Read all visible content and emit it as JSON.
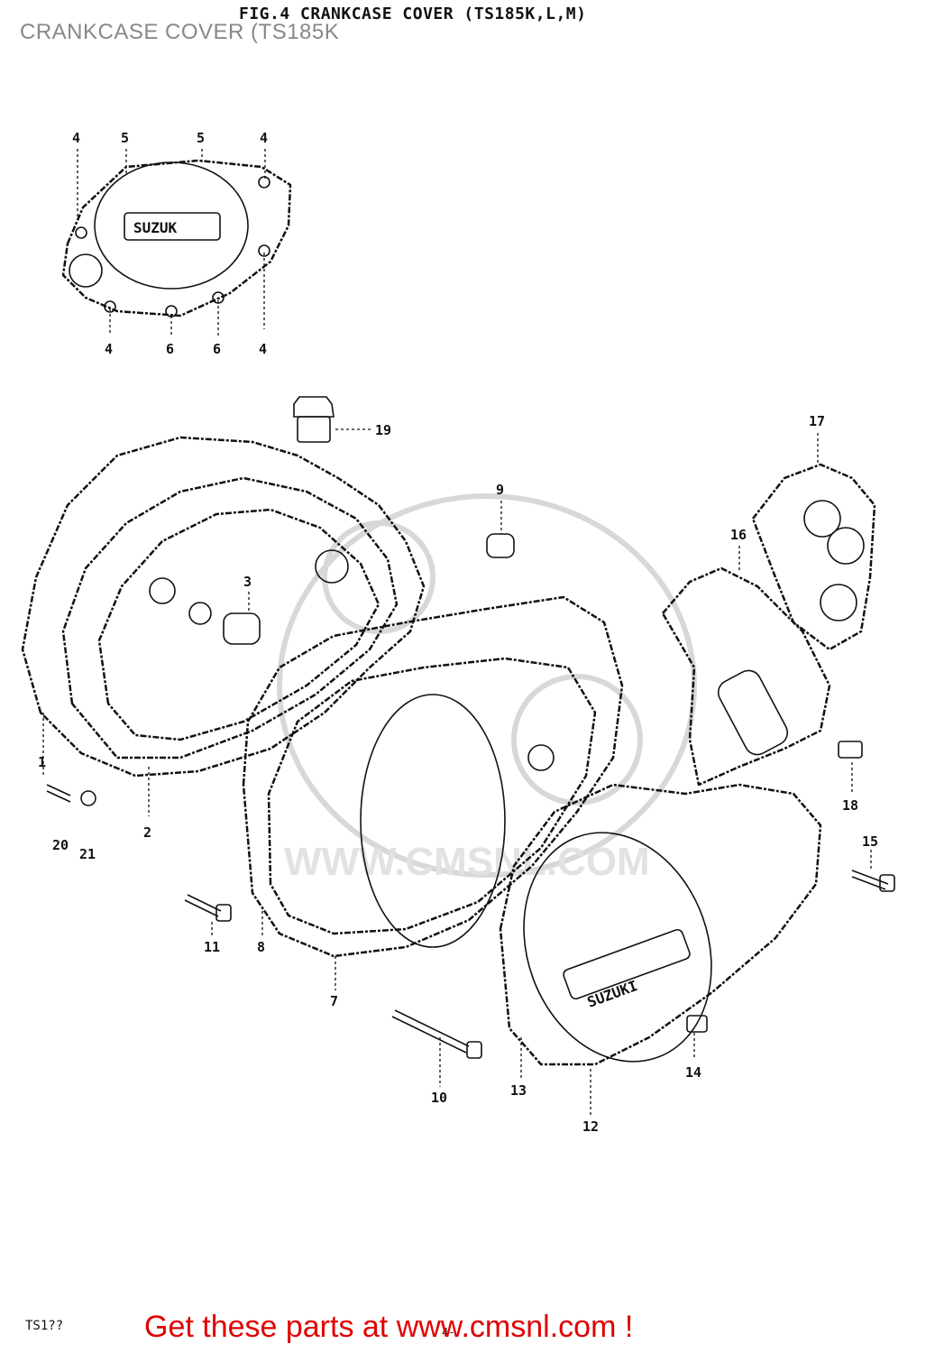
{
  "caption": "CRANKCASE COVER (TS185K",
  "figure_title": "FIG.4  CRANKCASE COVER (TS185K,L,M)",
  "footer_code": "TS1??",
  "page_mark": "4-",
  "call_to_action": "Get these parts at www.cmsnl.com !",
  "watermark": "WWW.CMSNL.COM",
  "cover_logos": {
    "small": "SUZUK",
    "large": "SUZUKI"
  },
  "callouts": [
    "4",
    "5",
    "5",
    "4",
    "4",
    "6",
    "6",
    "4",
    "19",
    "9",
    "3",
    "17",
    "16",
    "1",
    "2",
    "18",
    "15",
    "20",
    "21",
    "11",
    "8",
    "7",
    "10",
    "13",
    "14",
    "12"
  ]
}
